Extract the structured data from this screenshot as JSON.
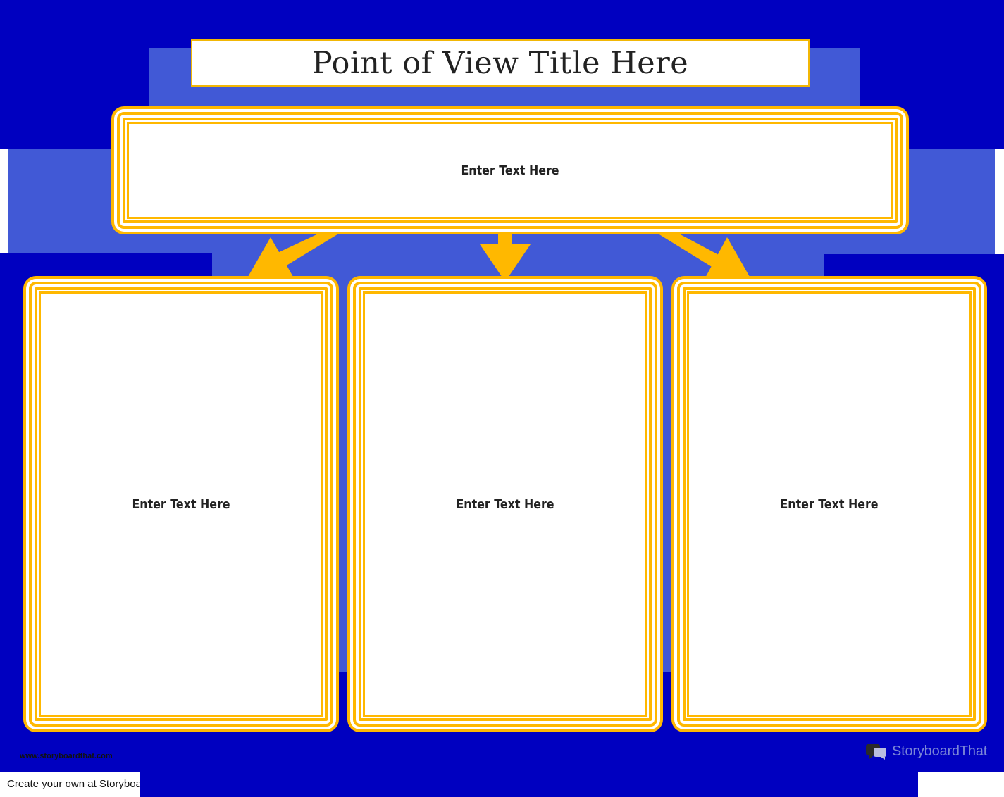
{
  "title": "Point of View Title Here",
  "top_box": {
    "text": "Enter Text Here"
  },
  "boxes": [
    {
      "text": "Enter Text Here"
    },
    {
      "text": "Enter Text Here"
    },
    {
      "text": "Enter Text Here"
    }
  ],
  "footer": {
    "url": "www.storyboardthat.com",
    "create": "Create your own at Storyboard That",
    "logo": "StoryboardThat"
  },
  "colors": {
    "background_dark": "#0000c0",
    "background_light": "#4159d6",
    "frame": "#ffb800",
    "arrow": "#ffb800"
  }
}
